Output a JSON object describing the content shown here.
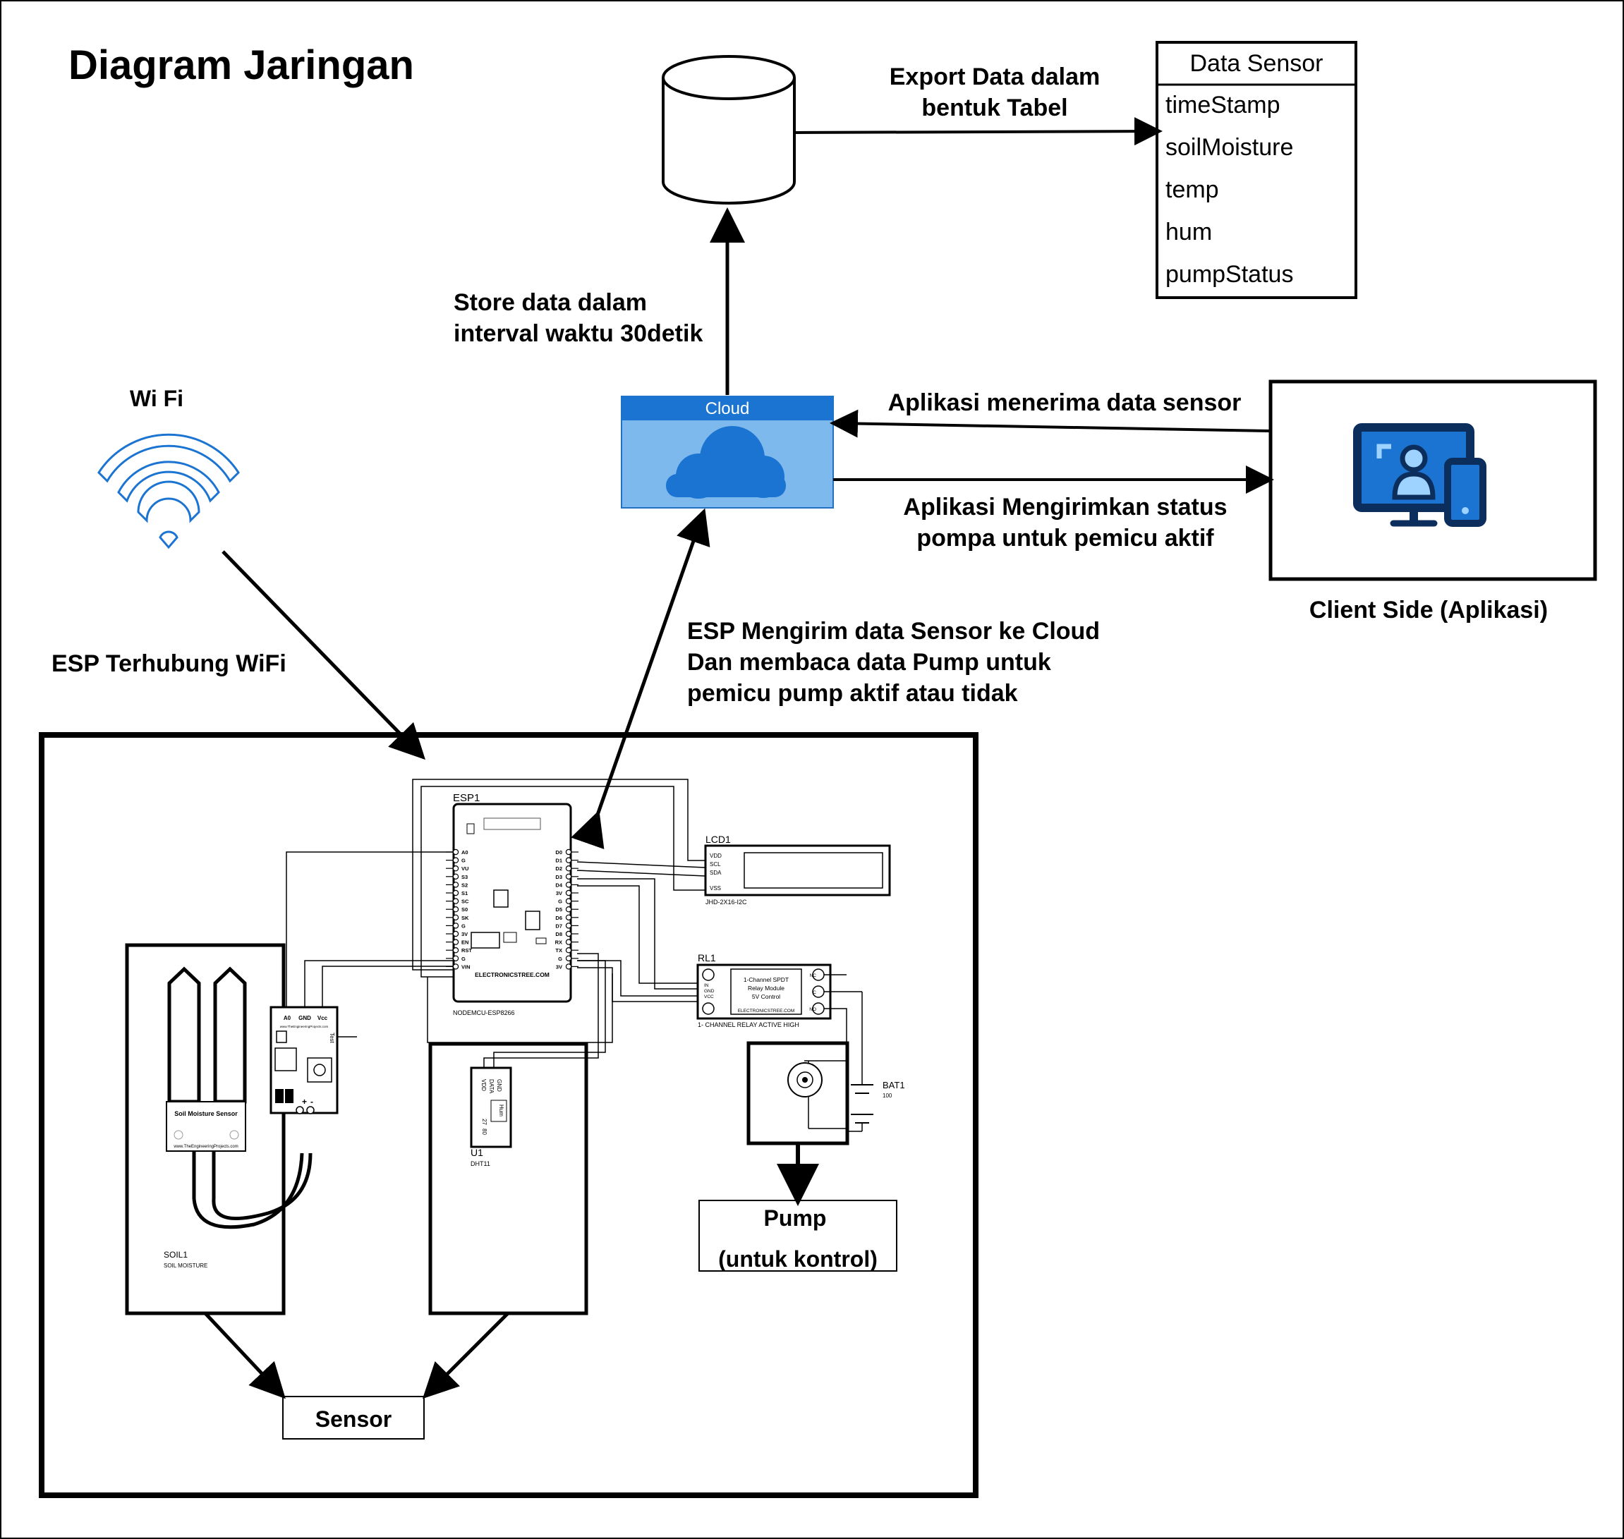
{
  "title": "Diagram Jaringan",
  "nodes": {
    "wifi_label": "Wi Fi",
    "cloud_label": "Cloud",
    "client_label": "Client Side (Aplikasi)",
    "sensor_label": "Sensor",
    "pump_label_line1": "Pump",
    "pump_label_line2": "(untuk kontrol)"
  },
  "table": {
    "title": "Data Sensor",
    "fields": [
      "timeStamp",
      "soilMoisture",
      "temp",
      "hum",
      "pumpStatus"
    ]
  },
  "edges": {
    "export_line1": "Export Data dalam",
    "export_line2": "bentuk Tabel",
    "store_line1": "Store data dalam",
    "store_line2": "interval waktu 30detik",
    "receive": "Aplikasi menerima data sensor",
    "send_line1": "Aplikasi Mengirimkan status",
    "send_line2": "pompa untuk pemicu aktif",
    "wifi_conn": "ESP Terhubung WiFi",
    "esp_line1": "ESP Mengirim data Sensor ke Cloud",
    "esp_line2": "Dan membaca data Pump untuk",
    "esp_line3": "pemicu pump aktif atau tidak"
  },
  "circuit": {
    "esp_ref": "ESP1",
    "esp_part": "NODEMCU-ESP8266",
    "esp_brand": "ELECTRONICSTREE.COM",
    "esp_left_pins": [
      "A0",
      "G",
      "VU",
      "S3",
      "S2",
      "S1",
      "SC",
      "S0",
      "SK",
      "G",
      "3V",
      "EN",
      "RST",
      "G",
      "VIN"
    ],
    "esp_right_pins": [
      "D0",
      "D1",
      "D2",
      "D3",
      "D4",
      "3V",
      "G",
      "D5",
      "D6",
      "D7",
      "D8",
      "RX",
      "TX",
      "G",
      "3V"
    ],
    "lcd_ref": "LCD1",
    "lcd_part": "JHD-2X16-I2C",
    "lcd_pins": [
      "VDD",
      "SCL",
      "SDA",
      "VSS"
    ],
    "relay_ref": "RL1",
    "relay_part": "1- CHANNEL RELAY ACTIVE HIGH",
    "relay_text": [
      "1-Channel SPDT",
      "Relay Module",
      "5V Control"
    ],
    "relay_brand": "ELECTRONICSTREE.COM",
    "relay_in_pins": [
      "IN",
      "GND",
      "VCC"
    ],
    "relay_out_pins": [
      "NC",
      "C",
      "NO"
    ],
    "bat_ref": "BAT1",
    "bat_value": "100",
    "dht_ref": "U1",
    "dht_part": "DHT11",
    "dht_pins": [
      "VDD",
      "DATA",
      "GND"
    ],
    "dht_labels": [
      "Hum",
      "27",
      "80"
    ],
    "soil_ref": "SOIL1",
    "soil_part": "SOIL MOISTURE",
    "soil_card": "Soil Moisture Sensor",
    "soil_site": "www.TheEngineeringProjects.com",
    "soil_mod_pins": [
      "A0",
      "GND",
      "Vcc"
    ],
    "soil_mod_site": "www.TheEngineeringProjects.com",
    "soil_mod_signs": [
      "+",
      "-"
    ],
    "soil_mod_side": "Test"
  }
}
